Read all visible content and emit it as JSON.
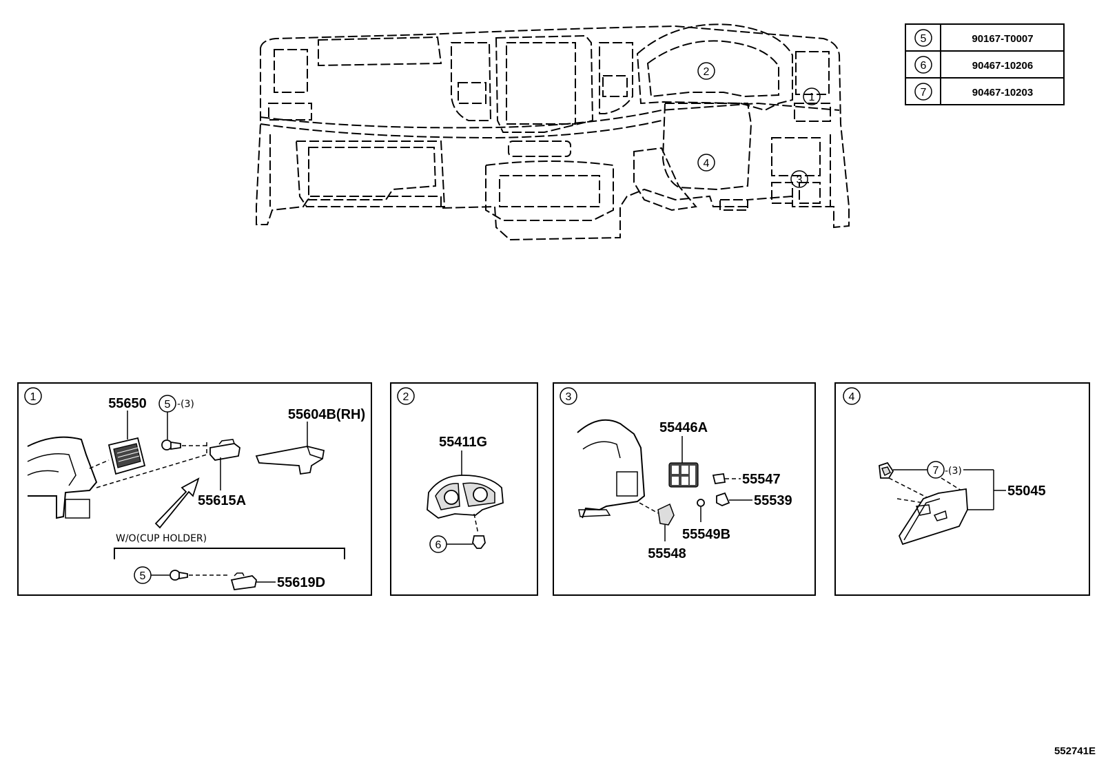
{
  "reference_table": {
    "rows": [
      {
        "ref": "5",
        "part": "90167-T0007"
      },
      {
        "ref": "6",
        "part": "90467-10206"
      },
      {
        "ref": "7",
        "part": "90467-10203"
      }
    ]
  },
  "overview": {
    "callouts": [
      "1",
      "2",
      "3",
      "4"
    ]
  },
  "panels": [
    {
      "id": "1",
      "labels": {
        "p55650": "55650",
        "screw_ref": "5",
        "screw_qty": "-(3)",
        "p55604b": "55604B(RH)",
        "p55615a": "55615A",
        "variant": "W/O(CUP HOLDER)",
        "screw_ref2": "5",
        "p55619d": "55619D"
      }
    },
    {
      "id": "2",
      "labels": {
        "p55411g": "55411G",
        "clip_ref": "6"
      }
    },
    {
      "id": "3",
      "labels": {
        "p55446a": "55446A",
        "p55547": "55547",
        "p55539": "55539",
        "p55549b": "55549B",
        "p55548": "55548"
      }
    },
    {
      "id": "4",
      "labels": {
        "clip_ref": "7",
        "clip_qty": "-(3)",
        "p55045": "55045"
      }
    }
  ],
  "illustration_code": "552741E"
}
